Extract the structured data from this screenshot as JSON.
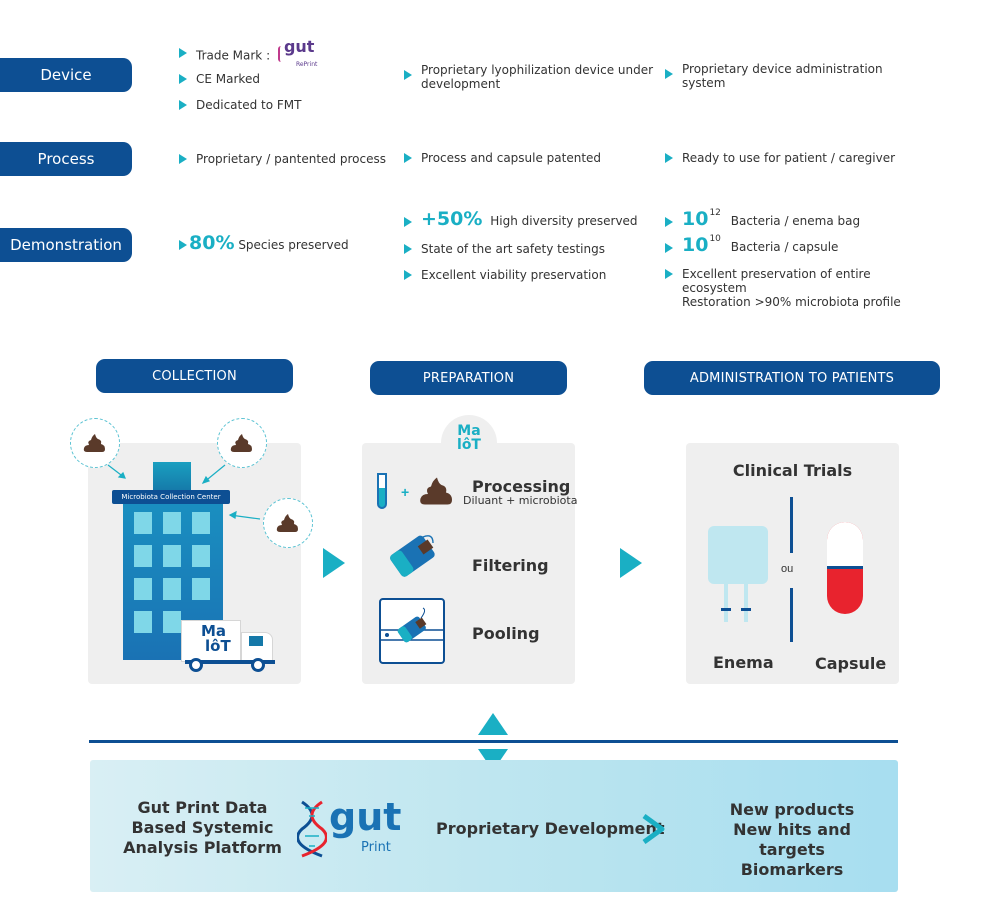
{
  "rows": {
    "device": {
      "label": "Device",
      "col1": [
        "Trade Mark :",
        "CE Marked",
        "Dedicated to FMT"
      ],
      "col2": [
        "Proprietary lyophilization device under",
        "development"
      ],
      "col3": [
        "Proprietary device administration",
        "system"
      ]
    },
    "process": {
      "label": "Process",
      "col1": "Proprietary / pantented process",
      "col2": "Process and capsule patented",
      "col3": "Ready to use for patient / caregiver"
    },
    "demonstration": {
      "label": "Demonstration",
      "col1_big": "80%",
      "col1_text": "Species preserved",
      "col2_big": "+50%",
      "col2_text": "High diversity preserved",
      "col2_b": "State of the art safety testings",
      "col2_c": "Excellent viability preservation",
      "col3_a_base": "10",
      "col3_a_exp": "12",
      "col3_a_text": "Bacteria / enema bag",
      "col3_b_base": "10",
      "col3_b_exp": "10",
      "col3_b_text": "Bacteria / capsule",
      "col3_c": [
        "Excellent preservation of entire",
        "ecosystem",
        "Restoration >90% microbiota profile"
      ]
    }
  },
  "trademark_logo": {
    "main": "gut",
    "sub": "RePrint"
  },
  "stages": {
    "collection": "COLLECTION",
    "preparation": "PREPARATION",
    "administration": "ADMINISTRATION TO PATIENTS"
  },
  "collection": {
    "building_sign": "Microbiota Collection Center",
    "truck_logo": [
      "Ma",
      "lôT"
    ]
  },
  "preparation": {
    "logo": [
      "Ma",
      "lôT"
    ],
    "processing": "Processing",
    "processing_sub": "Diluant + microbiota",
    "plus": "+",
    "filtering": "Filtering",
    "pooling": "Pooling"
  },
  "administration": {
    "title": "Clinical Trials",
    "enema": "Enema",
    "capsule": "Capsule",
    "or": "ou"
  },
  "platform": {
    "left": [
      "Gut Print Data",
      "Based Systemic",
      "Analysis Platform"
    ],
    "logo_main": "gut",
    "logo_sub": "Print",
    "middle": "Proprietary Development",
    "right": [
      "New products",
      "New hits and targets",
      "Biomarkers"
    ]
  },
  "colors": {
    "navy": "#0d4f93",
    "teal": "#1aafc4",
    "panel": "#efefef",
    "capsule_red": "#e8232e"
  }
}
